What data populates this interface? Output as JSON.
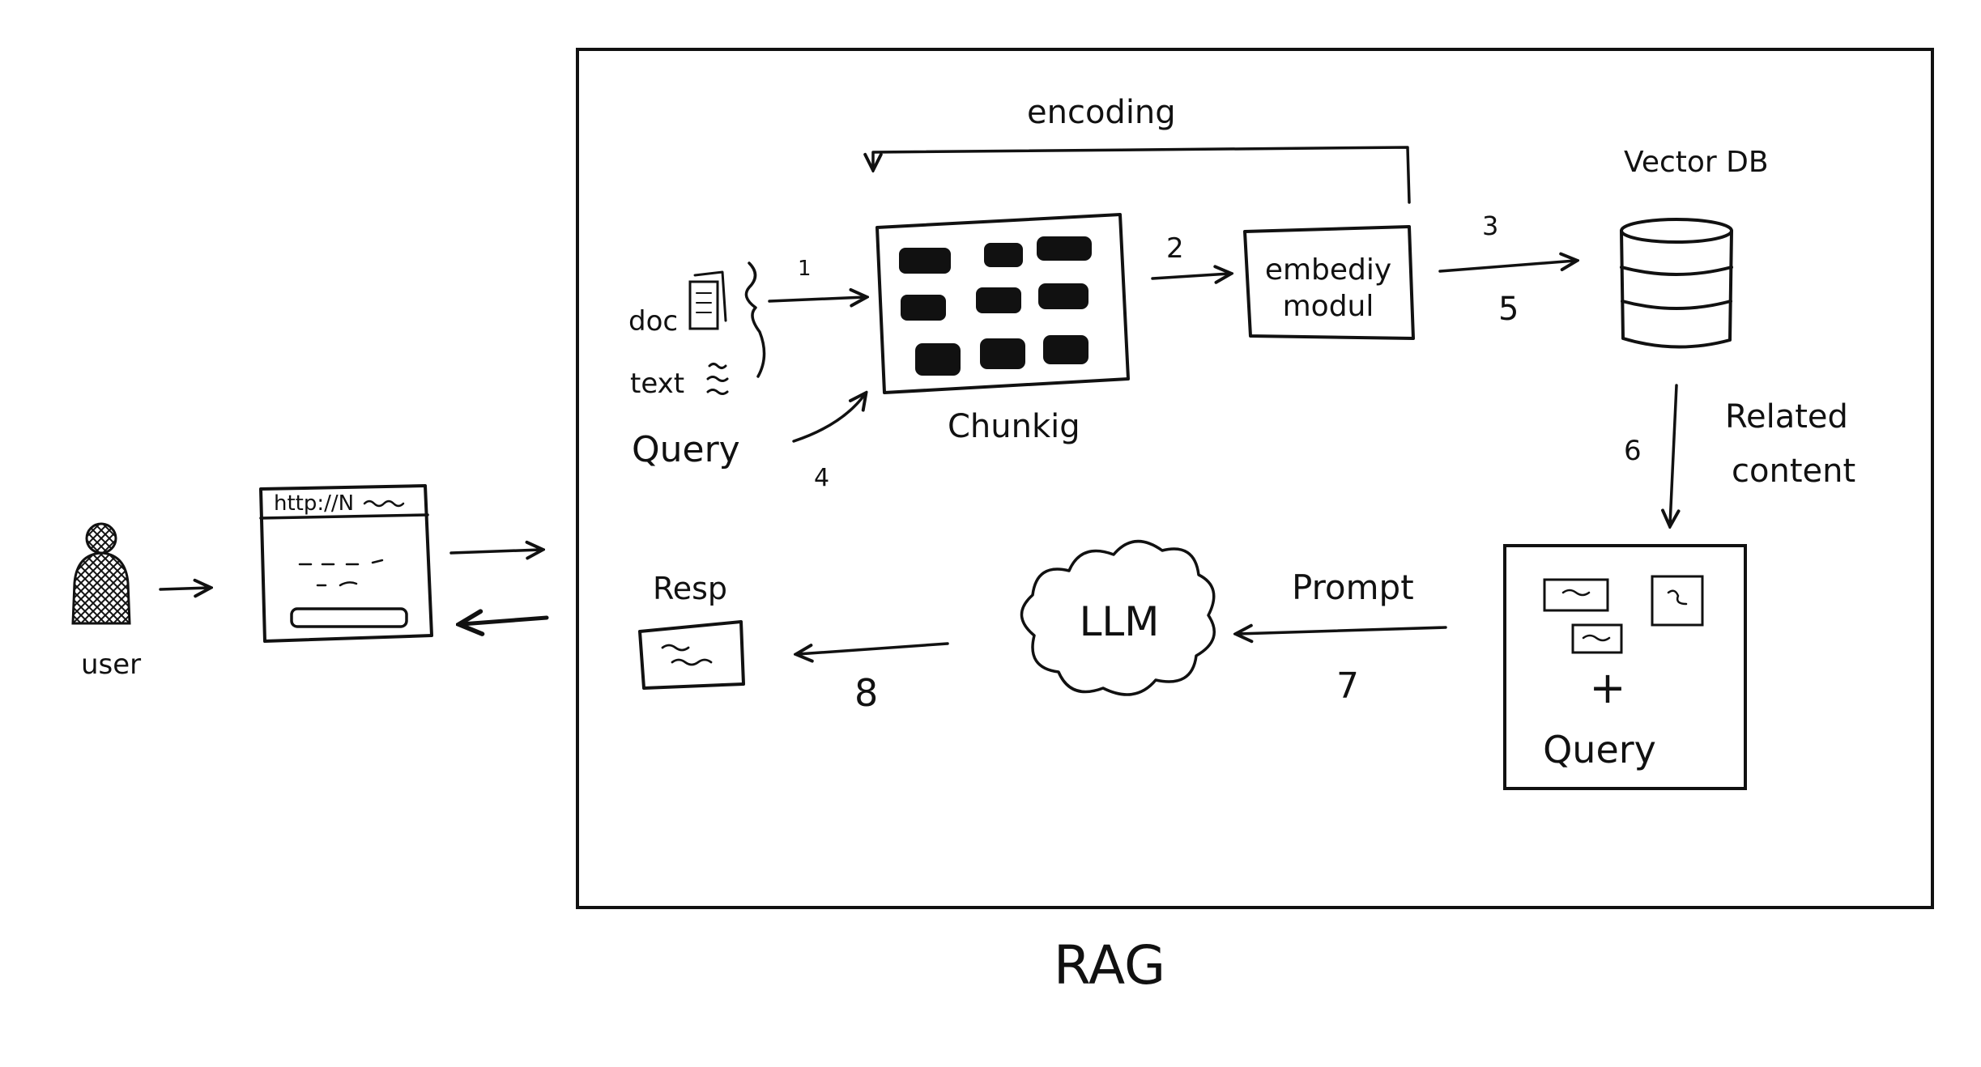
{
  "caption": "RAG",
  "user": {
    "label": "user"
  },
  "browser": {
    "url": "http://N"
  },
  "inputs": {
    "doc": "doc",
    "text": "text",
    "query": "Query"
  },
  "chunking": {
    "label": "Chunkig"
  },
  "embedding": {
    "line1": "embediy",
    "line2": "modul"
  },
  "encoding": {
    "label": "encoding"
  },
  "vector_db": {
    "label": "Vector DB"
  },
  "related": {
    "line1": "Related",
    "line2": "content"
  },
  "combined": {
    "plus": "+",
    "query": "Query"
  },
  "llm": {
    "label": "LLM"
  },
  "prompt": {
    "label": "Prompt"
  },
  "response": {
    "label": "Resp"
  },
  "steps": {
    "s1": "1",
    "s2": "2",
    "s3": "3",
    "s4": "4",
    "s5": "5",
    "s6": "6",
    "s7": "7",
    "s8": "8"
  },
  "colors": {
    "ink": "#111111",
    "background": "#ffffff"
  }
}
